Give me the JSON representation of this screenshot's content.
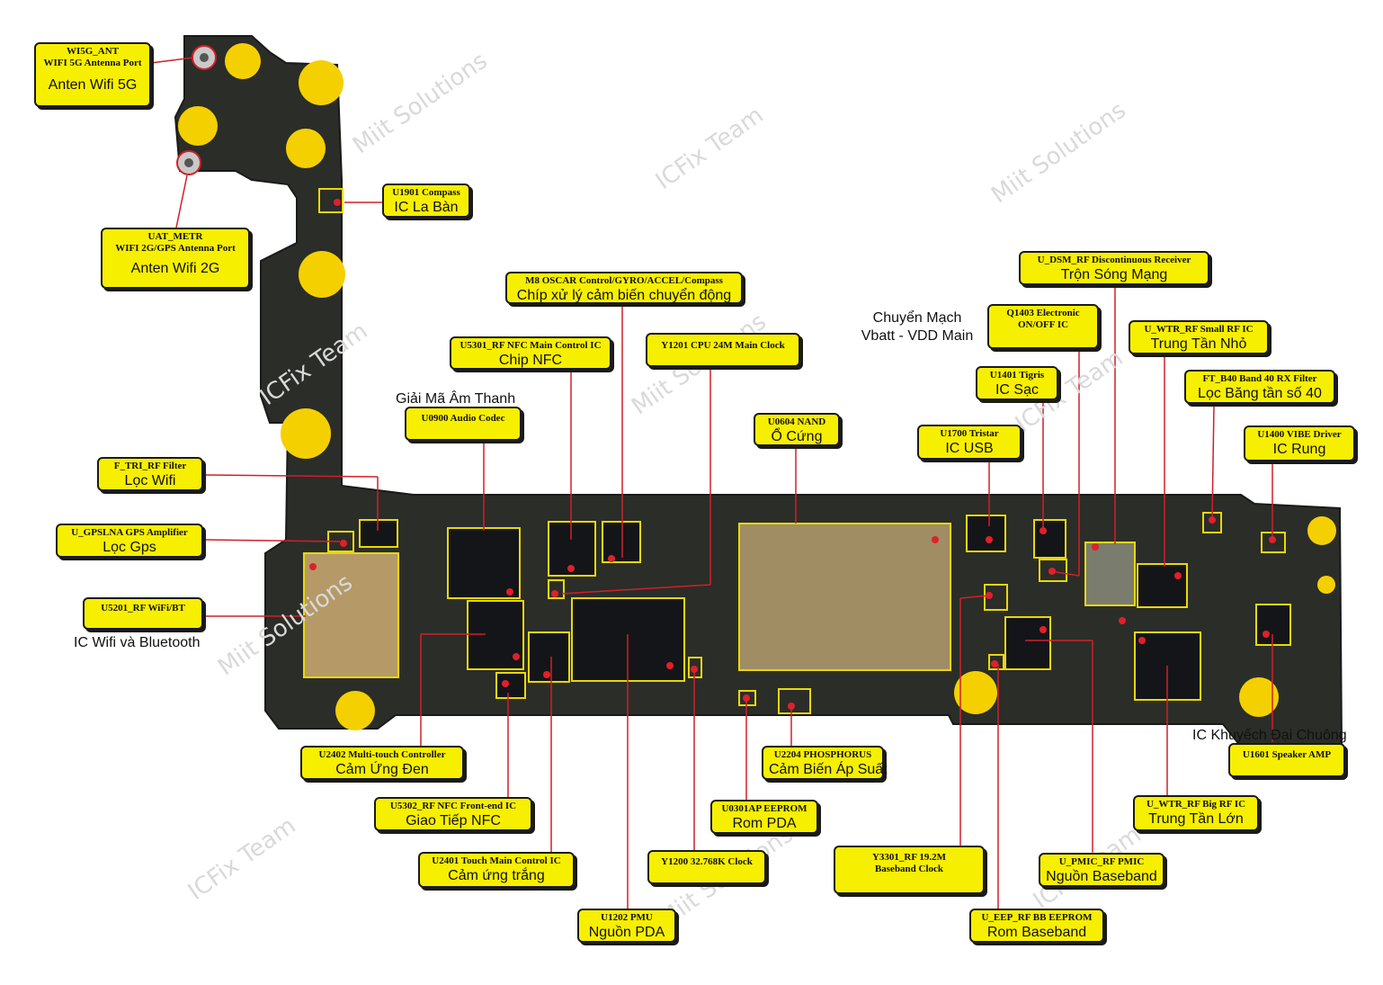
{
  "watermarks": [
    "Miit Solutions",
    "ICFix Team",
    "Miit Solutions",
    "ICFix Team",
    "Miit Solutions",
    "ICFix Team",
    "Miit Solutions",
    "ICFix Team",
    "Miit Solutions",
    "ICFix Team"
  ],
  "colors": {
    "label_fill": "#f7ef00",
    "leader_line": "#d0202a",
    "board": "#2b2d28",
    "shield": "#b59a68",
    "pad": "#f5d000"
  },
  "free_text": {
    "audio": "Giải Mã Âm Thanh",
    "switch_line1": "Chuyển Mạch",
    "switch_line2": "Vbatt - VDD Main",
    "wifi_bt": "IC Wifi và Bluetooth",
    "speaker": "IC Khuyếch Đại Chuông"
  },
  "labels": [
    {
      "id": "wi5g",
      "code": "WI5G_ANT",
      "code2": "WIFI 5G Antenna Port",
      "name": "Anten Wifi 5G"
    },
    {
      "id": "uat",
      "code": "UAT_METR",
      "code2": "WIFI 2G/GPS Antenna Port",
      "name": "Anten Wifi 2G"
    },
    {
      "id": "u1901",
      "code": "U1901 Compass",
      "name": "IC La Bàn"
    },
    {
      "id": "m8",
      "code": "M8 OSCAR Control/GYRO/ACCEL/Compass",
      "name": "Chíp xử lý cảm biến chuyển động"
    },
    {
      "id": "u5301",
      "code": "U5301_RF NFC Main Control IC",
      "name": "Chip NFC"
    },
    {
      "id": "y1201",
      "code": "Y1201 CPU 24M Main Clock",
      "name": ""
    },
    {
      "id": "u0900",
      "code": "U0900 Audio Codec",
      "name": ""
    },
    {
      "id": "u0604",
      "code": "U0604 NAND",
      "name": "Ổ Cứng"
    },
    {
      "id": "udsm",
      "code": "U_DSM_RF Discontinuous Receiver",
      "name": "Trộn Sóng Mạng"
    },
    {
      "id": "q1403",
      "code": "Q1403 Electronic",
      "code2": "ON/OFF IC",
      "name": ""
    },
    {
      "id": "uwtrs",
      "code": "U_WTR_RF Small RF IC",
      "name": "Trung Tần Nhỏ"
    },
    {
      "id": "u1401",
      "code": "U1401 Tigris",
      "name": "IC Sạc"
    },
    {
      "id": "ftb40",
      "code": "FT_B40 Band 40 RX Filter",
      "name": "Lọc Băng tần số 40"
    },
    {
      "id": "u1700",
      "code": "U1700 Tristar",
      "name": "IC USB"
    },
    {
      "id": "u1400",
      "code": "U1400 VIBE Driver",
      "name": "IC Rung"
    },
    {
      "id": "ftri",
      "code": "F_TRI_RF Filter",
      "name": "Lọc Wifi"
    },
    {
      "id": "ugps",
      "code": "U_GPSLNA GPS Amplifier",
      "name": "Lọc Gps"
    },
    {
      "id": "u5201",
      "code": "U5201_RF WiFi/BT",
      "name": ""
    },
    {
      "id": "u2402",
      "code": "U2402 Multi-touch Controller",
      "name": "Cảm Ứng Đen"
    },
    {
      "id": "u2204",
      "code": "U2204 PHOSPHORUS",
      "name": "Cảm Biến Áp Suất"
    },
    {
      "id": "u1601",
      "code": "U1601 Speaker AMP",
      "name": ""
    },
    {
      "id": "u5302",
      "code": "U5302_RF NFC Front-end IC",
      "name": "Giao Tiếp NFC"
    },
    {
      "id": "u0301",
      "code": "U0301AP EEPROM",
      "name": "Rom PDA"
    },
    {
      "id": "uwtrb",
      "code": "U_WTR_RF Big RF IC",
      "name": "Trung Tần Lớn"
    },
    {
      "id": "u2401",
      "code": "U2401 Touch Main  Control IC",
      "name": "Cảm ứng trắng"
    },
    {
      "id": "y1200",
      "code": "Y1200 32.768K Clock",
      "name": ""
    },
    {
      "id": "y3301",
      "code": "Y3301_RF 19.2M",
      "code2": "Baseband Clock",
      "name": ""
    },
    {
      "id": "upmic",
      "code": "U_PMIC_RF PMIC",
      "name": "Nguồn Baseband"
    },
    {
      "id": "u1202",
      "code": "U1202 PMU",
      "name": "Nguồn PDA"
    },
    {
      "id": "ueep",
      "code": "U_EEP_RF BB EEPROM",
      "name": "Rom Baseband"
    }
  ]
}
